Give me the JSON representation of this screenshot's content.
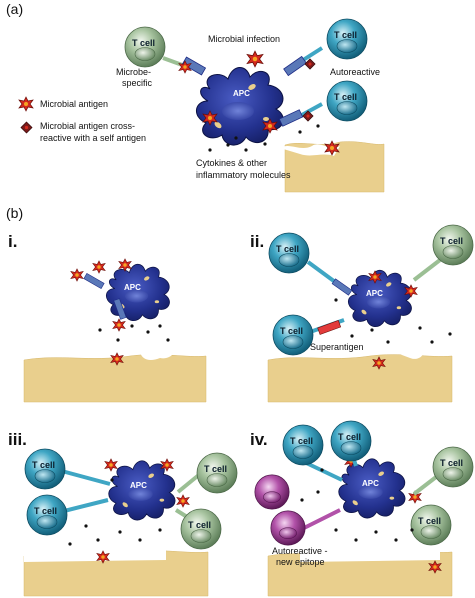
{
  "panel_a": {
    "label": "(a)",
    "cell_t": "T cell",
    "cell_apc": "APC",
    "microbial_infection": "Microbial infection",
    "microbe_specific_line1": "Microbe-",
    "microbe_specific_line2": "specific",
    "autoreactive": "Autoreactive",
    "legend_antigen": "Microbial antigen",
    "legend_cross_line1": "Microbial antigen cross-",
    "legend_cross_line2": "reactive with a self antigen",
    "cytokines_line1": "Cytokines & other",
    "cytokines_line2": "inflammatory molecules"
  },
  "panel_b": {
    "label": "(b)",
    "sub_i": "i.",
    "sub_ii": "ii.",
    "sub_iii": "iii.",
    "sub_iv": "iv.",
    "cell_t": "T cell",
    "cell_apc": "APC",
    "superantigen": "Superantigen",
    "autoreactive_new_line1": "Autoreactive -",
    "autoreactive_new_line2": "new epitope"
  },
  "colors": {
    "t_cell_blue": "#2a8fae",
    "t_cell_green": "#8fae8a",
    "t_cell_purple": "#9c3d96",
    "apc_navy": "#1e2c86",
    "tissue_tan": "#e9cf8d",
    "antigen_red": "#d42a1e",
    "antigen_dark": "#7a1a1a"
  }
}
